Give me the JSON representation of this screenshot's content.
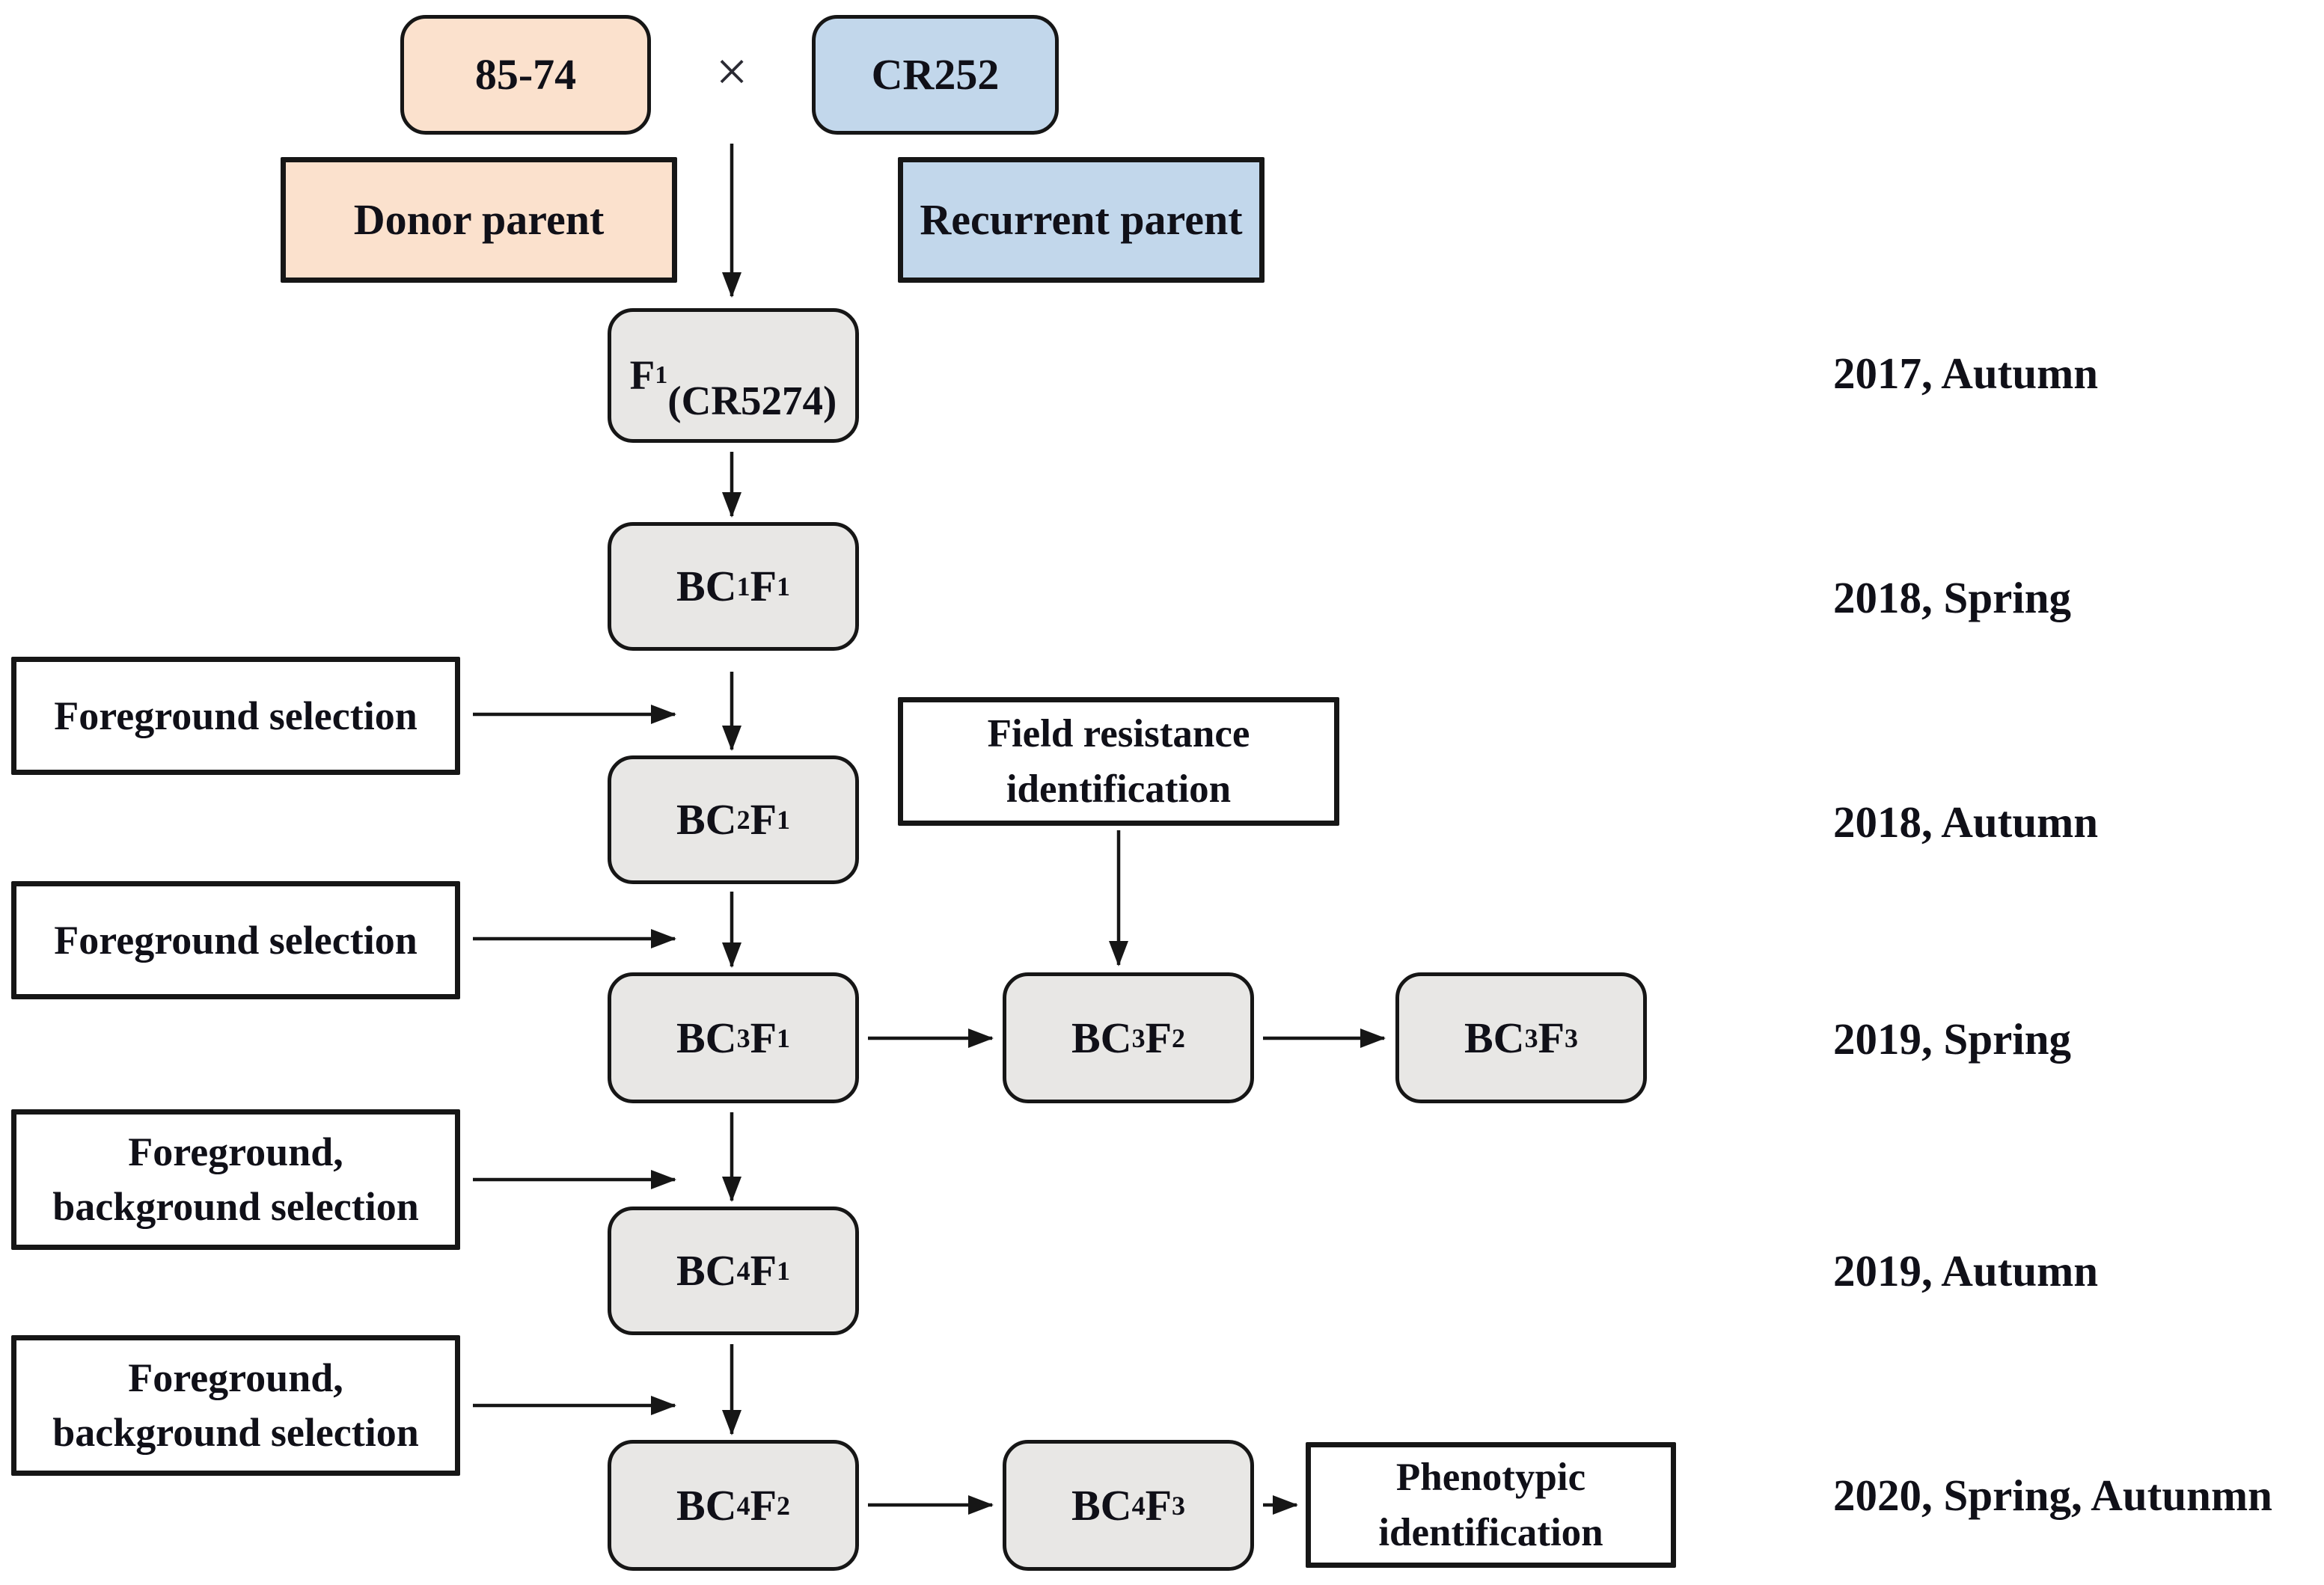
{
  "diagram": {
    "type": "marker-assisted backcross breeding scheme flowchart",
    "colors": {
      "donor_fill": "#FBE1CD",
      "recurrent_fill": "#C2D7EB",
      "generation_fill": "#E8E7E5",
      "process_fill": "#FFFFFF",
      "border": "#161616",
      "text": "#101018"
    },
    "parents": {
      "donor": {
        "name": "85-74",
        "role": "Donor parent"
      },
      "cross_symbol": "×",
      "recurrent": {
        "name": "CR252",
        "role": "Recurrent parent"
      }
    },
    "nodes": [
      {
        "label": "F~1~\n(CR5274)"
      },
      {
        "label": "BC~1~F~1~"
      },
      {
        "label": "BC~2~F~1~"
      },
      {
        "label": "BC~3~F~1~"
      },
      {
        "label": "BC~3~F~2~"
      },
      {
        "label": "BC~3~F~3~"
      },
      {
        "label": "BC~4~F~1~"
      },
      {
        "label": "BC~4~F~2~"
      },
      {
        "label": "BC~4~F~3~"
      }
    ],
    "selection_steps": [
      {
        "label": "Foreground selection"
      },
      {
        "label": "Foreground selection"
      },
      {
        "label": "Foreground,\nbackground selection"
      },
      {
        "label": "Foreground,\nbackground selection"
      }
    ],
    "process_steps": {
      "field_resistance": "Field resistance\nidentification",
      "phenotypic": "Phenotypic\nidentification"
    },
    "timeline": [
      {
        "label": "2017, Autumn"
      },
      {
        "label": "2018, Spring"
      },
      {
        "label": "2018, Autumn"
      },
      {
        "label": "2019, Spring"
      },
      {
        "label": "2019, Autumn"
      },
      {
        "label": "2020, Spring, Autunmn"
      }
    ]
  }
}
